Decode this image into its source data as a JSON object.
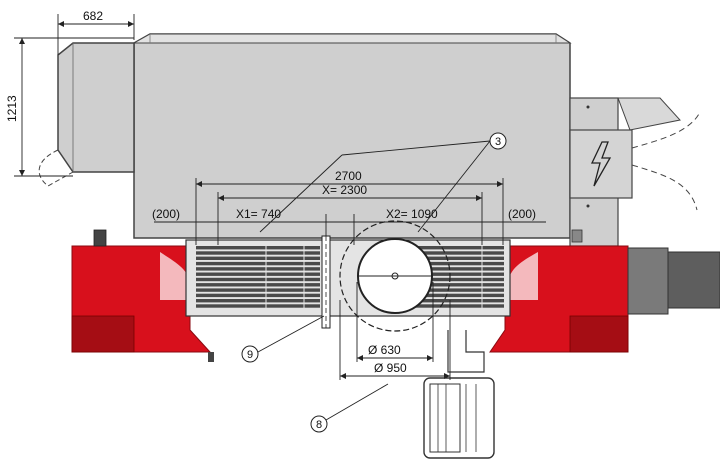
{
  "dimensions": {
    "top_width": "682",
    "side_height": "1213",
    "overall": "2700",
    "x_total": "X= 2300",
    "x1": "X1= 740",
    "x2": "X2= 1090",
    "clearance_left": "(200)",
    "clearance_right": "(200)",
    "diameter_inner": "Ø 630",
    "diameter_outer": "Ø 950"
  },
  "callouts": {
    "ref_3": "3",
    "ref_8": "8",
    "ref_9": "9"
  },
  "colors": {
    "housing": "#cfcfcf",
    "frame_red": "#d8101c",
    "dark_red": "#a50d14",
    "grille": "#4a4a4a",
    "motor": "#7a7a7a",
    "outline": "#333333"
  },
  "icons": {
    "electrical": "lightning-bolt-icon"
  }
}
